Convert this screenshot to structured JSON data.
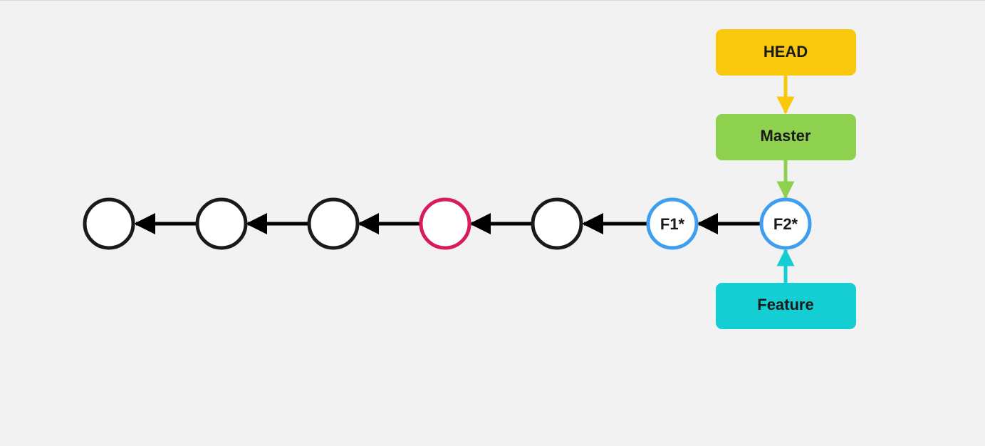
{
  "commits": [
    {
      "id": "c1",
      "label": "",
      "stroke": "#1a1a1a"
    },
    {
      "id": "c2",
      "label": "",
      "stroke": "#1a1a1a"
    },
    {
      "id": "c3",
      "label": "",
      "stroke": "#1a1a1a"
    },
    {
      "id": "c4",
      "label": "",
      "stroke": "#d81b60"
    },
    {
      "id": "c5",
      "label": "",
      "stroke": "#1a1a1a"
    },
    {
      "id": "f1",
      "label": "F1*",
      "stroke": "#3f9ef0"
    },
    {
      "id": "f2",
      "label": "F2*",
      "stroke": "#3f9ef0"
    }
  ],
  "refs": {
    "head": {
      "label": "HEAD",
      "color": "#f9c70c"
    },
    "master": {
      "label": "Master",
      "color": "#8ed14f"
    },
    "feature": {
      "label": "Feature",
      "color": "#14ced3"
    }
  },
  "colors": {
    "background": "#f2f2f2",
    "arrow": "#000000",
    "commit_fill": "#ffffff"
  }
}
